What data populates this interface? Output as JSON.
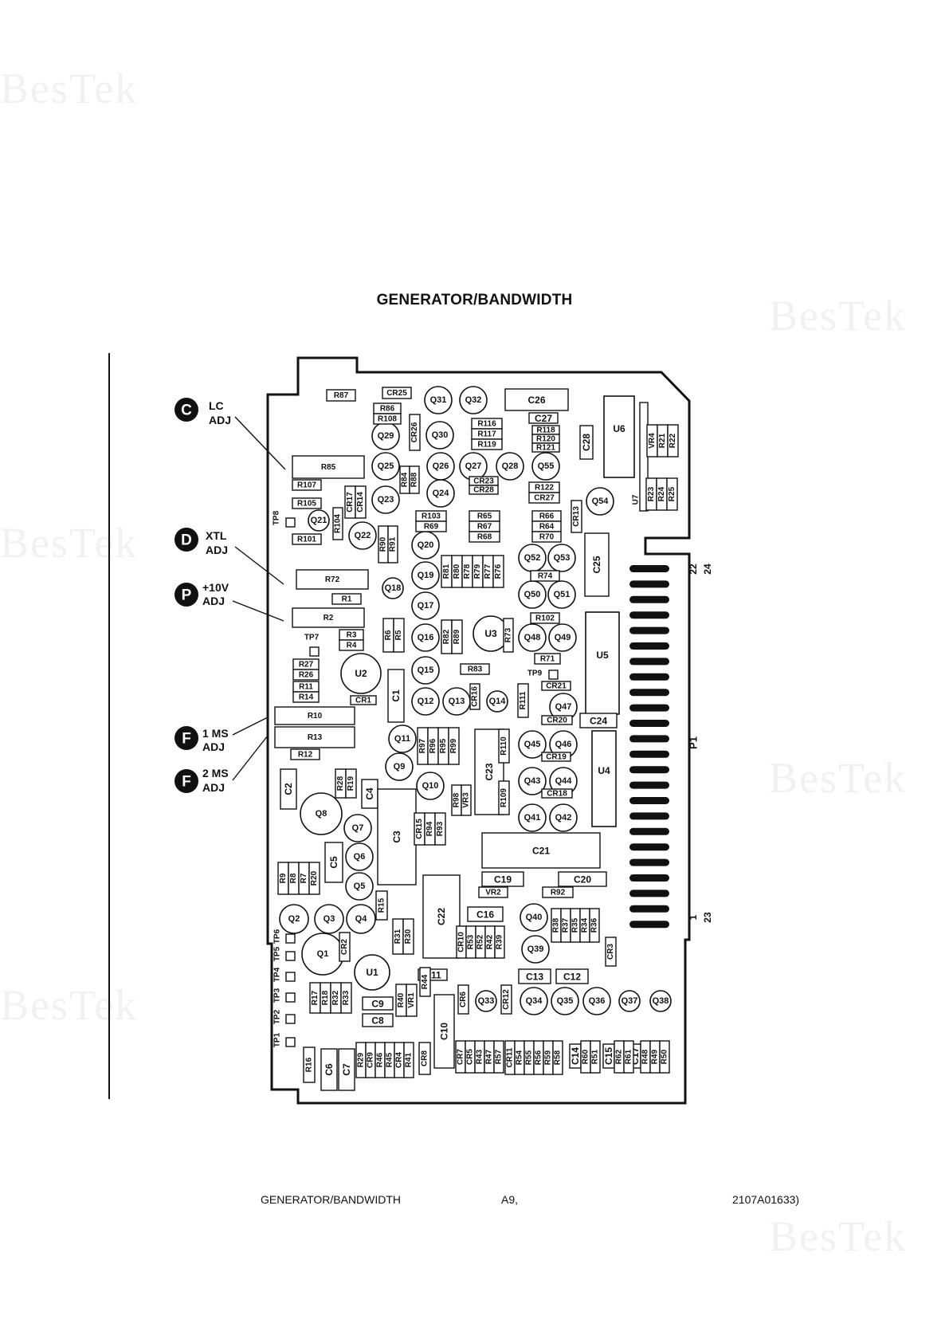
{
  "title": "GENERATOR/BANDWIDTH",
  "watermark": "BesTek",
  "footer": {
    "left": "GENERATOR/BANDWIDTH",
    "center": "A9,",
    "right": "2107A01633)"
  },
  "callouts": [
    {
      "letter": "C",
      "label_1": "LC",
      "label_2": "ADJ"
    },
    {
      "letter": "D",
      "label_1": "XTL",
      "label_2": "ADJ"
    },
    {
      "letter": "P",
      "label_1": "+10V",
      "label_2": "ADJ"
    },
    {
      "letter": "F",
      "label_1": "1 MS",
      "label_2": "ADJ"
    },
    {
      "letter": "F",
      "label_1": "2 MS",
      "label_2": "ADJ"
    }
  ],
  "connector": {
    "name": "P1",
    "pin_top_a": "22",
    "pin_top_b": "24",
    "pin_bot_a": "1",
    "pin_bot_b": "23"
  },
  "transistors": [
    "Q31",
    "Q32",
    "Q29",
    "Q30",
    "Q25",
    "Q26",
    "Q27",
    "Q28",
    "Q55",
    "Q24",
    "Q23",
    "Q54",
    "Q21",
    "Q22",
    "Q20",
    "Q52",
    "Q53",
    "Q19",
    "Q18",
    "Q50",
    "Q51",
    "Q17",
    "Q16",
    "Q48",
    "Q49",
    "Q15",
    "Q12",
    "Q13",
    "Q14",
    "Q47",
    "Q11",
    "Q45",
    "Q46",
    "Q9",
    "Q10",
    "Q43",
    "Q44",
    "Q8",
    "Q7",
    "Q41",
    "Q42",
    "Q6",
    "Q5",
    "Q40",
    "Q2",
    "Q3",
    "Q4",
    "Q39",
    "Q1",
    "Q33",
    "Q34",
    "Q35",
    "Q36",
    "Q37",
    "Q38"
  ],
  "ics": [
    "U6",
    "U7",
    "U3",
    "U5",
    "U2",
    "U4",
    "U1"
  ],
  "capacitors": [
    "C26",
    "C27",
    "C28",
    "C25",
    "C1",
    "C24",
    "C23",
    "C2",
    "C4",
    "C3",
    "C21",
    "C5",
    "C19",
    "C20",
    "C22",
    "C16",
    "C11",
    "C13",
    "C12",
    "C9",
    "C8",
    "C10",
    "C6",
    "C7",
    "C14",
    "C15",
    "C17"
  ],
  "resistors": [
    "R87",
    "R86",
    "R108",
    "R116",
    "R117",
    "R119",
    "R118",
    "R120",
    "R121",
    "R21",
    "R22",
    "R85",
    "R107",
    "R84",
    "R88",
    "R122",
    "R105",
    "R103",
    "R69",
    "R65",
    "R67",
    "R68",
    "R66",
    "R64",
    "R70",
    "R104",
    "R101",
    "R90",
    "R91",
    "R23",
    "R24",
    "R25",
    "R72",
    "R81",
    "R80",
    "R78",
    "R79",
    "R77",
    "R76",
    "R74",
    "R1",
    "R2",
    "R102",
    "R6",
    "R5",
    "R82",
    "R89",
    "R73",
    "R3",
    "R4",
    "R71",
    "R27",
    "R26",
    "R83",
    "R11",
    "R14",
    "R111",
    "R10",
    "R97",
    "R96",
    "R95",
    "R99",
    "R110",
    "R13",
    "R12",
    "R28",
    "R19",
    "R98",
    "R109",
    "R94",
    "R93",
    "R92",
    "R9",
    "R8",
    "R7",
    "R20",
    "R15",
    "R31",
    "R30",
    "R53",
    "R52",
    "R42",
    "R39",
    "R38",
    "R37",
    "R35",
    "R34",
    "R36",
    "R44",
    "R17",
    "R18",
    "R32",
    "R33",
    "R40",
    "R16",
    "R29",
    "R46",
    "R45",
    "R41",
    "R43",
    "R47",
    "R57",
    "R54",
    "R55",
    "R56",
    "R59",
    "R58",
    "R60",
    "R51",
    "R62",
    "R61",
    "R48",
    "R49",
    "R50"
  ],
  "diodes": [
    "CR25",
    "CR26",
    "CR23",
    "CR28",
    "CR27",
    "CR17",
    "CR14",
    "CR13",
    "CR16",
    "CR1",
    "CR21",
    "CR20",
    "CR19",
    "CR18",
    "CR15",
    "CR2",
    "CR10",
    "CR3",
    "CR6",
    "CR12",
    "CR8",
    "CR7",
    "CR5",
    "CR11",
    "CR9",
    "CR4"
  ],
  "regulators": [
    "VR4",
    "VR3",
    "VR2",
    "VR1"
  ],
  "test_points": [
    "TP8",
    "TP7",
    "TP9",
    "TP6",
    "TP5",
    "TP4",
    "TP3",
    "TP2",
    "TP1"
  ]
}
